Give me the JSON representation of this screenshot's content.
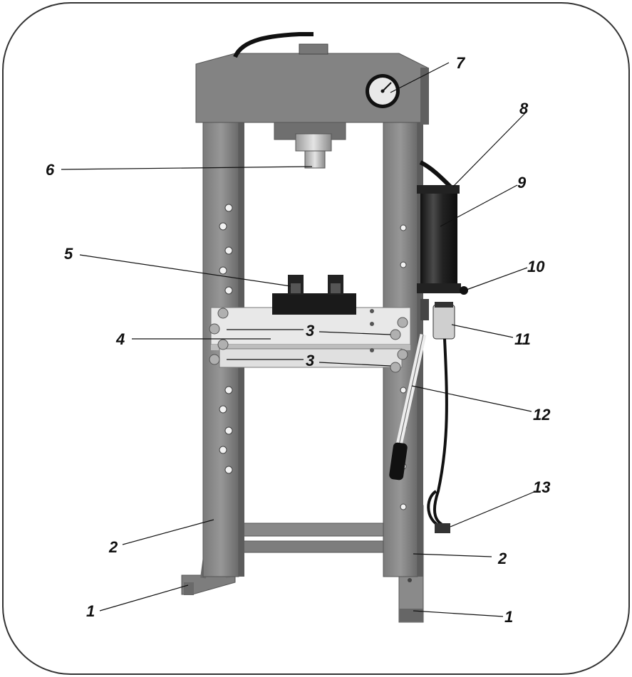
{
  "diagram": {
    "callouts": [
      {
        "id": "c7",
        "text": "7"
      },
      {
        "id": "c8",
        "text": "8"
      },
      {
        "id": "c6",
        "text": "6"
      },
      {
        "id": "c9",
        "text": "9"
      },
      {
        "id": "c5",
        "text": "5"
      },
      {
        "id": "c10",
        "text": "10"
      },
      {
        "id": "c3a",
        "text": "3"
      },
      {
        "id": "c4",
        "text": "4"
      },
      {
        "id": "c11",
        "text": "11"
      },
      {
        "id": "c3b",
        "text": "3"
      },
      {
        "id": "c12",
        "text": "12"
      },
      {
        "id": "c13",
        "text": "13"
      },
      {
        "id": "c2a",
        "text": "2"
      },
      {
        "id": "c2b",
        "text": "2"
      },
      {
        "id": "c1a",
        "text": "1"
      },
      {
        "id": "c1b",
        "text": "1"
      }
    ]
  },
  "colors": {
    "frame": "#8a8a8a",
    "frame_dark": "#6e6e6e",
    "frame_shadow": "#555555",
    "bed": "#e6e6e6",
    "black": "#1a1a1a",
    "border": "#333333"
  }
}
